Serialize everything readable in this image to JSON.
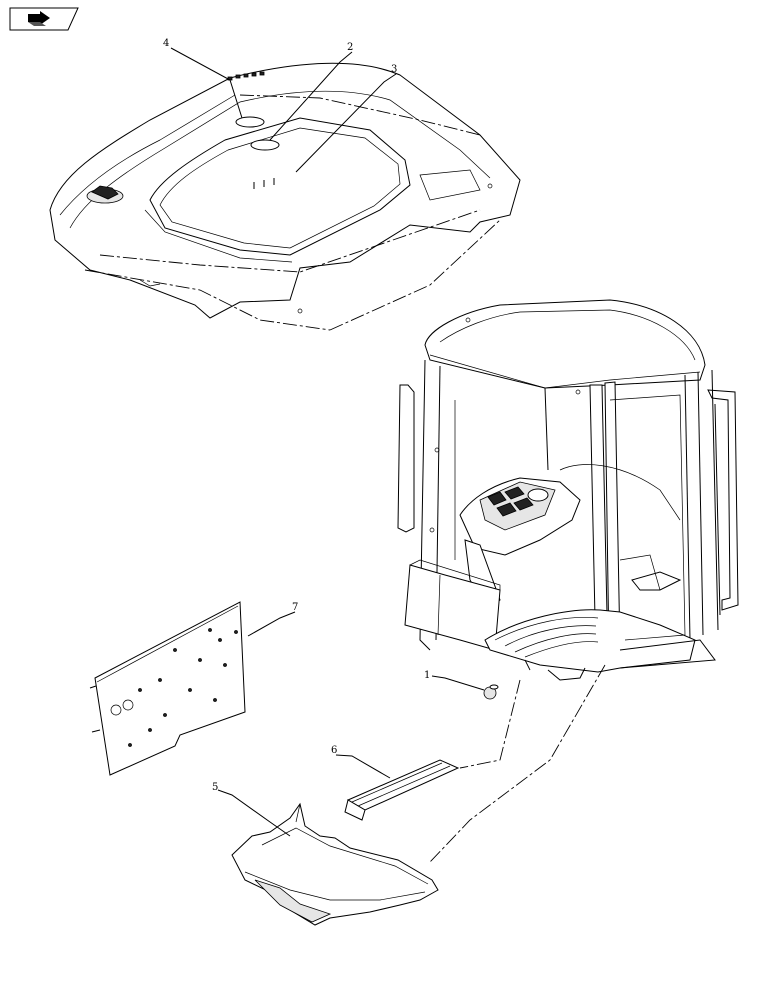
{
  "diagram": {
    "callouts": [
      {
        "id": "c1",
        "label": "1"
      },
      {
        "id": "c2",
        "label": "2"
      },
      {
        "id": "c3",
        "label": "3"
      },
      {
        "id": "c4",
        "label": "4"
      },
      {
        "id": "c5",
        "label": "5"
      },
      {
        "id": "c6",
        "label": "6"
      },
      {
        "id": "c7",
        "label": "7"
      }
    ],
    "icons": {
      "nav": "direction-arrow-icon"
    }
  }
}
